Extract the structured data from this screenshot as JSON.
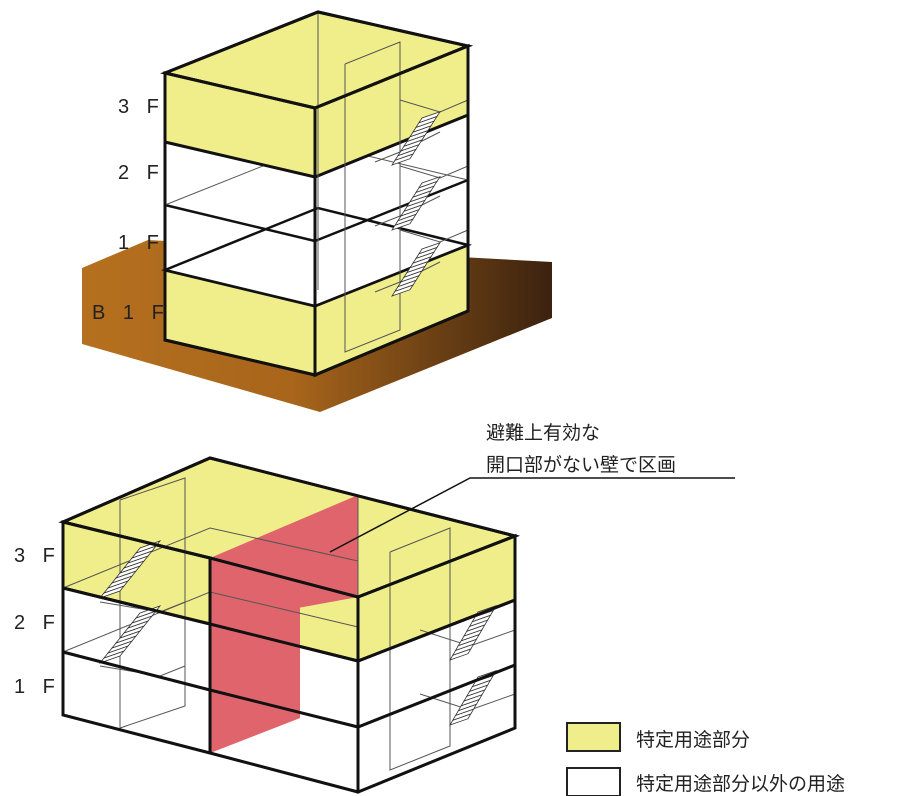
{
  "top_building": {
    "floor_labels": [
      "3 F",
      "2 F",
      "1 F",
      "B 1 F"
    ]
  },
  "bottom_building": {
    "floor_labels": [
      "3 F",
      "2 F",
      "1 F"
    ],
    "callout": {
      "line1": "避難上有効な",
      "line2": "開口部がない壁で区画"
    }
  },
  "legend": {
    "items": [
      {
        "label": "特定用途部分",
        "color": "#f0ee8a"
      },
      {
        "label": "特定用途部分以外の用途",
        "color": "#ffffff"
      }
    ]
  },
  "colors": {
    "specific_use_fill": "#f0ee8a",
    "partition_wall": "#e0646c",
    "ground_dark": "#3b220f",
    "ground_light": "#b5701f",
    "outline": "#111111"
  }
}
